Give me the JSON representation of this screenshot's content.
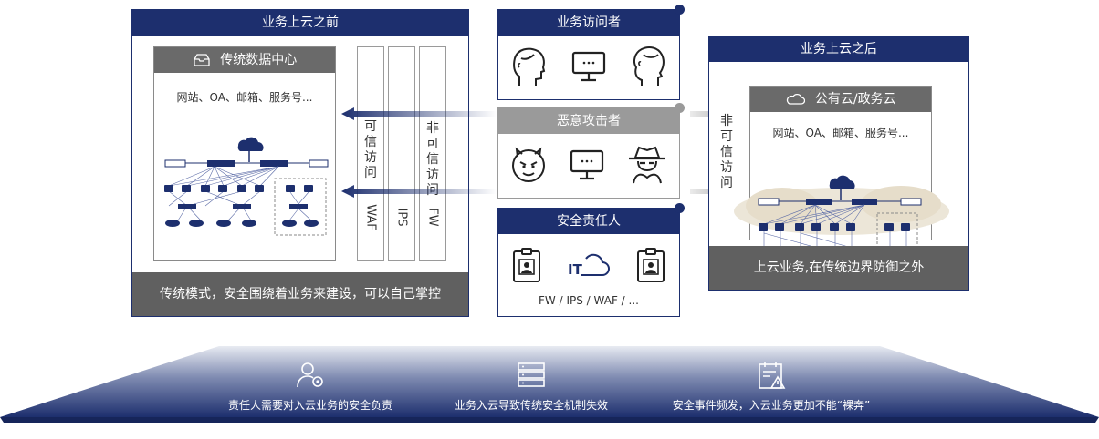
{
  "left_panel": {
    "title": "业务上云之前",
    "datacenter_title": "传统数据中心",
    "datacenter_services": "网站、OA、邮箱、服务号...",
    "footer": "传统模式，安全围绕着业务来建设，可以自己掌控",
    "security_columns": [
      "WAF",
      "IPS",
      "FW"
    ]
  },
  "trusted_access_label": "可信访问",
  "untrusted_access_label": "非可信访问",
  "visitor_panel": {
    "title": "业务访问者"
  },
  "attacker_panel": {
    "title": "恶意攻击者"
  },
  "security_panel": {
    "title": "安全责任人",
    "cloud_label": "IT",
    "footer": "FW / IPS / WAF / ..."
  },
  "right_panel": {
    "title": "业务上云之后",
    "cloud_title": "公有云/政务云",
    "cloud_services": "网站、OA、邮箱、服务号...",
    "footer": "上云业务,在传统边界防御之外",
    "untrusted_label": "非可信访问"
  },
  "base": {
    "items": [
      {
        "icon": "user-gear-icon",
        "text": "责任人需要对入云业务的安全负责"
      },
      {
        "icon": "server-icon",
        "text": "业务入云导致传统安全机制失效"
      },
      {
        "icon": "alert-document-icon",
        "text": "安全事件频发，入云业务更加不能“裸奔”"
      }
    ]
  },
  "colors": {
    "navy": "#1d2f6e",
    "gray": "#606060",
    "light_gray": "#9a9a9a"
  }
}
